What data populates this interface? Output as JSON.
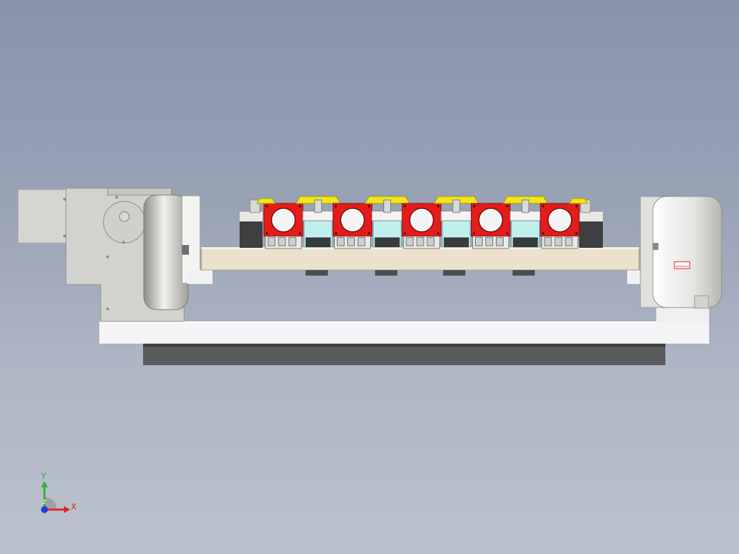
{
  "viewport": {
    "background_top": "#8794aa",
    "background_bottom": "#bcc2cd"
  },
  "model": {
    "fixture_count": 5,
    "colors": {
      "frame": "#f4f4f6",
      "frame_shadow": "#55575a",
      "plate": "#eae0cc",
      "clamp": "#e31c1c",
      "clamp_edge": "#8a0c0c",
      "spacer": "#bff0ee",
      "jaw": "#f2e61a",
      "housing": "#d4d4d0",
      "motor": "#b9b9b5"
    },
    "label_plate_text": "WARNING"
  },
  "triad": {
    "x_label": "X",
    "y_label": "Y",
    "z_label": "Z",
    "x_color": "#e0262b",
    "y_color": "#2fb33a",
    "z_color": "#1d3fd6"
  }
}
